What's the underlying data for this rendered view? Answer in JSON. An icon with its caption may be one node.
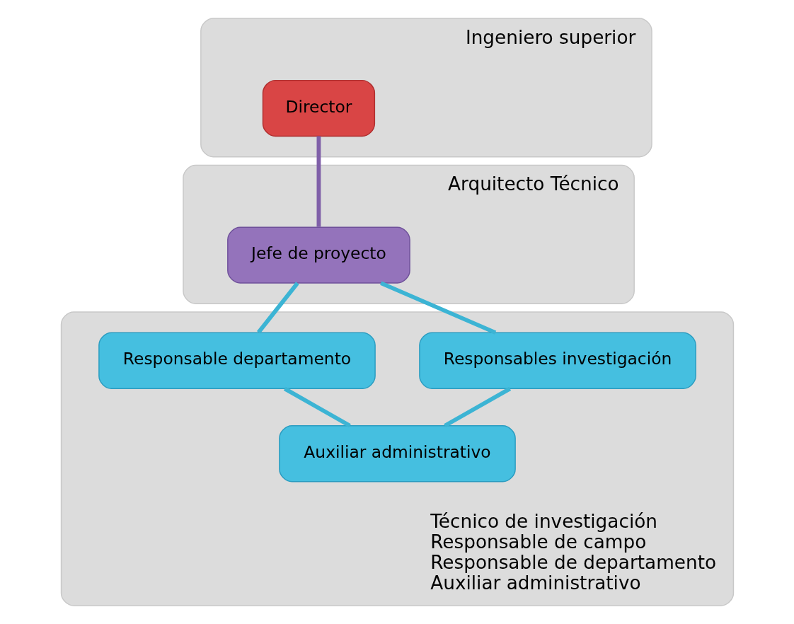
{
  "diagram": {
    "nodes": [
      {
        "text": [
          "Ingeniero superior"
        ]
      },
      {
        "text": [
          "Director"
        ],
        "in": 0
      },
      {
        "text": [
          "Arquitecto Técnico"
        ]
      },
      {
        "text": [
          "Jefe de proyecto"
        ],
        "in": 2
      },
      {
        "text": [
          "Técnico de investigación",
          "Responsable de campo",
          "Responsable de departamento",
          "Auxiliar administrativo"
        ]
      },
      {
        "text": [
          "Responsables investigación"
        ],
        "in": 4
      },
      {
        "text": [
          "Responsable departamento"
        ],
        "in": 4
      },
      {
        "text": [
          "Auxiliar administrativo"
        ],
        "in": 4
      }
    ],
    "edges": [
      {
        "from": 1,
        "to": 3,
        "arrow": "none",
        "color": "#7f5fa8"
      },
      {
        "from": 3,
        "to": 5,
        "arrow": "none"
      },
      {
        "from": 3,
        "to": 6,
        "arrow": "none"
      },
      {
        "from": 5,
        "to": 7,
        "arrow": "none"
      },
      {
        "from": 6,
        "to": 7,
        "arrow": "none"
      }
    ]
  }
}
